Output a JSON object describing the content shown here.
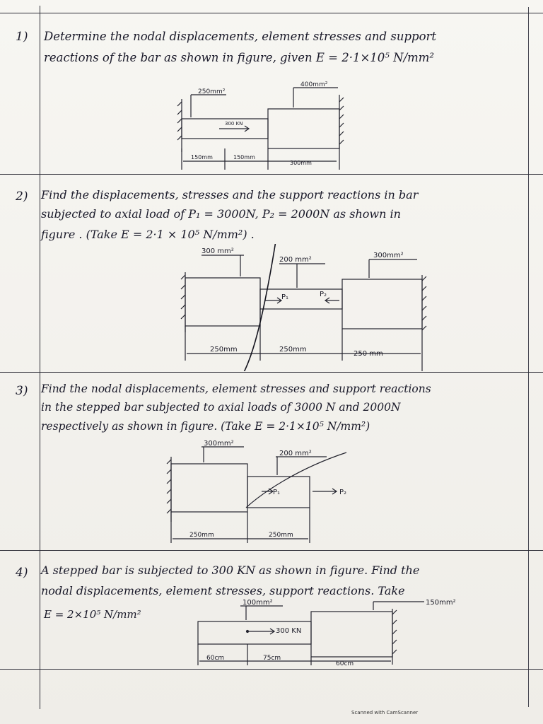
{
  "questions": [
    {
      "number": "1)",
      "line1": "Determine the nodal displacements, element stresses and support",
      "line2": "reactions of the bar as shown in figure, given E = 2·1×10⁵ N/mm²",
      "labels": {
        "area_left": "250mm²",
        "area_right": "400mm²",
        "load": "300 KN",
        "len1": "150mm",
        "len2": "150mm",
        "len3": "300mm"
      }
    },
    {
      "number": "2)",
      "line1": "Find the displacements, stresses and the support reactions in bar",
      "line2": "subjected to axial load of P₁ = 3000N, P₂ = 2000N as shown in",
      "line3": "figure . (Take E = 2·1 × 10⁵ N/mm²) .",
      "labels": {
        "area_left": "300 mm²",
        "area_mid": "200 mm²",
        "area_right": "300mm²",
        "p1": "P₁",
        "p2": "P₂",
        "len1": "250mm",
        "len2": "250mm",
        "len3": "250 mm"
      }
    },
    {
      "number": "3)",
      "line1": "Find the nodal displacements, element stresses and support reactions",
      "line2": "in the stepped bar subjected to axial loads of 3000 N and 2000N",
      "line3": "respectively as shown in figure. (Take E = 2·1×10⁵ N/mm²)",
      "labels": {
        "area_left": "300mm²",
        "area_right": "200 mm²",
        "p1": "P₁",
        "p2": "P₂",
        "len1": "250mm",
        "len2": "250mm"
      }
    },
    {
      "number": "4)",
      "line1": "A stepped bar is subjected to 300 KN as shown in figure. Find the",
      "line2": "nodal displacements, element stresses, support reactions. Take",
      "line3": "E = 2×10⁵ N/mm²",
      "labels": {
        "area_left": "100mm²",
        "area_right": "150mm²",
        "load": "300 KN",
        "len1": "60cm",
        "len2": "75cm",
        "len3": "60cm"
      }
    }
  ],
  "footer": "Scanned with CamScanner"
}
